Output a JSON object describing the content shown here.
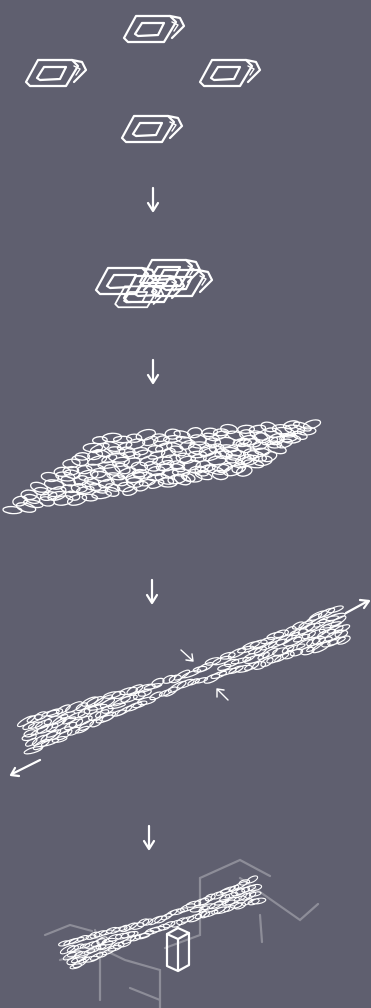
{
  "colors": {
    "background": "#5f5f6f",
    "sketch": "#ffffff",
    "support": "#8d8d98"
  },
  "steps": [
    {
      "name": "separate-units",
      "icons": [
        "loop-unit-icon",
        "loop-unit-icon",
        "loop-unit-icon",
        "loop-unit-icon"
      ]
    },
    {
      "name": "stacked-units",
      "icons": [
        "stacked-loops-icon"
      ]
    },
    {
      "name": "flat-mesh-sheet",
      "icons": [
        "mesh-sheet-icon"
      ]
    },
    {
      "name": "stretched-mesh",
      "icons": [
        "stretched-mesh-icon",
        "pull-arrow-icon",
        "pinch-arrow-icon"
      ]
    },
    {
      "name": "mounted-mesh",
      "icons": [
        "mounted-mesh-icon",
        "support-frame-icon",
        "post-block-icon"
      ]
    }
  ],
  "arrows": [
    "down-arrow-icon",
    "down-arrow-icon",
    "down-arrow-icon",
    "down-arrow-icon"
  ]
}
